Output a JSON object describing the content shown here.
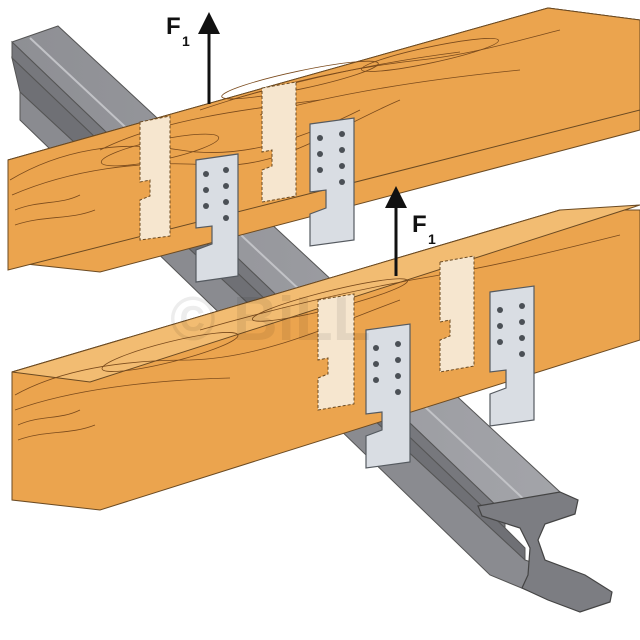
{
  "forces": [
    {
      "symbol": "F",
      "subscript": "1"
    },
    {
      "symbol": "F",
      "subscript": "1"
    }
  ],
  "watermark": "© BiLL",
  "colors": {
    "timber_top": "#f0b462",
    "timber_side": "#eba44e",
    "timber_end": "#e8a04a",
    "grain": "#7a4a1c",
    "steel_top": "#9a9ba0",
    "steel_side": "#7d7e83",
    "steel_dark": "#5e5f63",
    "bracket": "#d9dde3",
    "bracket_edge": "#555a60",
    "hidden_bracket": "#f6e6cf"
  }
}
